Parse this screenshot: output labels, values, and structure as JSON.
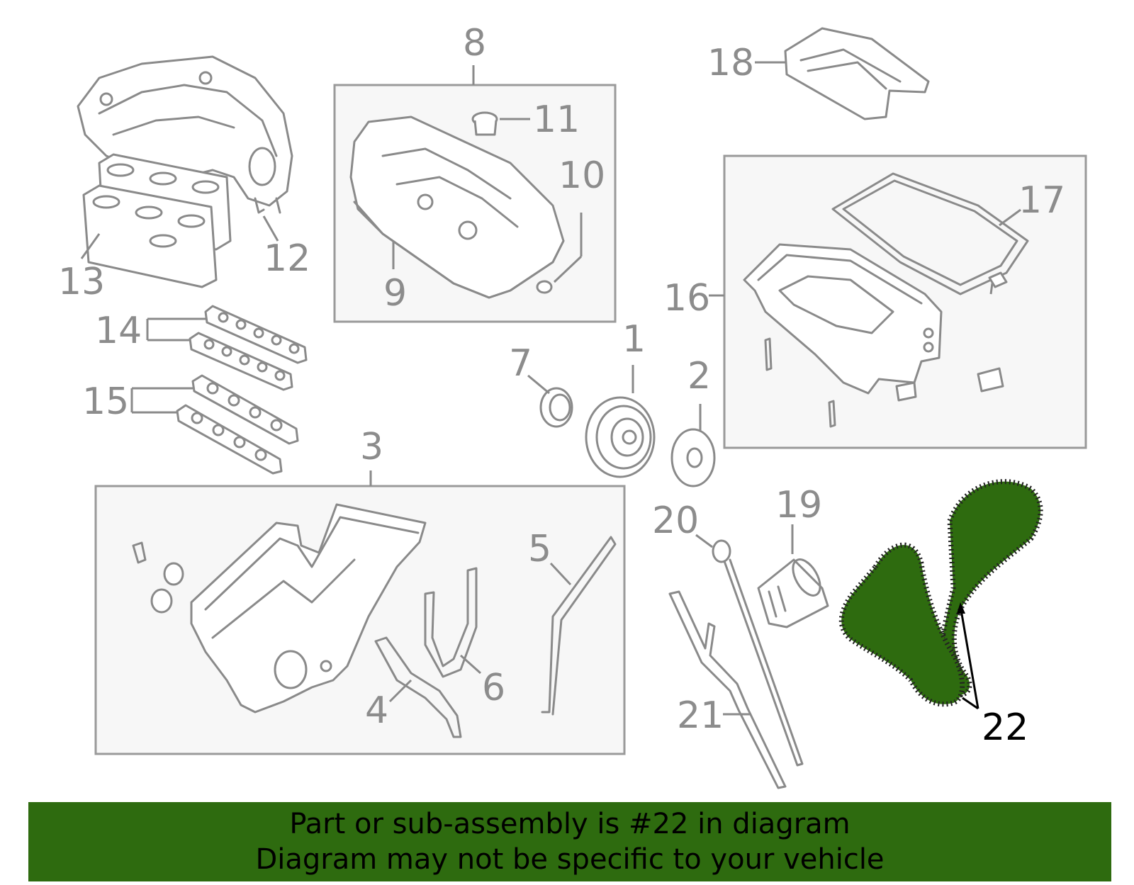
{
  "colors": {
    "highlight": "#2e6b0f",
    "banner": "#2e6b0f",
    "part_stroke": "#8a8a8a",
    "callout_text": "#8c8c8c",
    "highlight_text": "#000000"
  },
  "callouts": {
    "c1": "1",
    "c2": "2",
    "c3": "3",
    "c4": "4",
    "c5": "5",
    "c6": "6",
    "c7": "7",
    "c8": "8",
    "c9": "9",
    "c10": "10",
    "c11": "11",
    "c12": "12",
    "c13": "13",
    "c14": "14",
    "c15": "15",
    "c16": "16",
    "c17": "17",
    "c18": "18",
    "c19": "19",
    "c20": "20",
    "c21": "21",
    "c22": "22"
  },
  "highlighted_part": "22",
  "banner": {
    "line1": "Part or sub-assembly is #22 in diagram",
    "line2": "Diagram may not be specific to your vehicle"
  }
}
